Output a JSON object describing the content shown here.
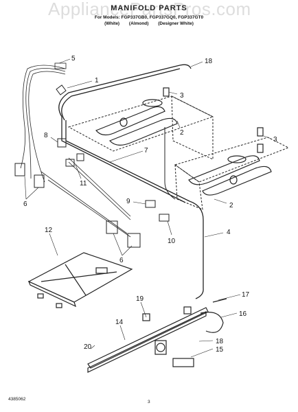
{
  "watermark": "AppliancePartsPros.com",
  "title": "MANIFOLD PARTS",
  "subtitle": "For Models: FGP337GB0, FGP337GQ0, FGP337GT0",
  "colors_line": [
    "(White)",
    "(Almond)",
    "(Designer White)"
  ],
  "callouts": [
    "1",
    "2",
    "2",
    "3",
    "3",
    "4",
    "5",
    "6",
    "6",
    "7",
    "8",
    "9",
    "10",
    "11",
    "12",
    "14",
    "15",
    "16",
    "17",
    "18",
    "18",
    "19",
    "20"
  ],
  "footer": {
    "doc_number": "4385062",
    "page": "3"
  }
}
